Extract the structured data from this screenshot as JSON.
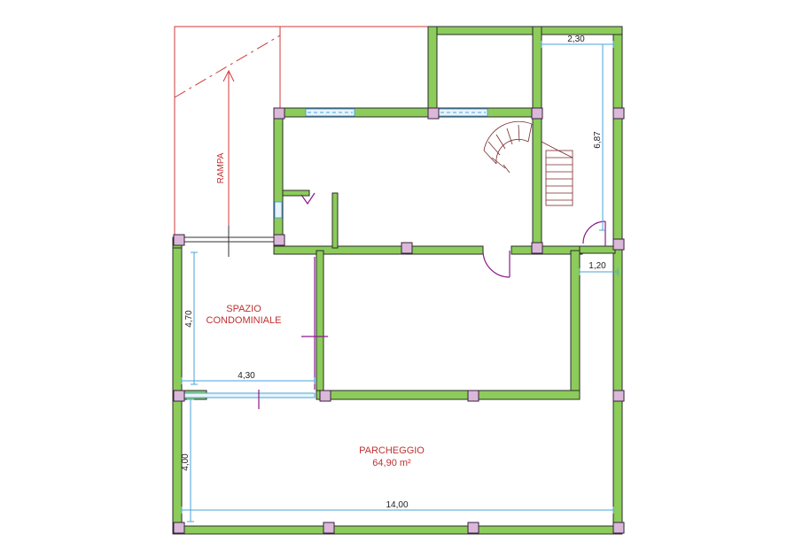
{
  "rooms": {
    "spazio_line1": "SPAZIO",
    "spazio_line2": "CONDOMINIALE",
    "parcheggio": "PARCHEGGIO",
    "parcheggio_area": "64,90 m²",
    "rampa": "RAMPA"
  },
  "dimensions": {
    "d_2_30": "2,30",
    "d_6_87": "6,87",
    "d_1_20": "1,20",
    "d_4_70": "4,70",
    "d_4_30": "4,30",
    "d_4_00": "4,00",
    "d_14_00": "14,00"
  },
  "colors": {
    "wall": "#8ccc5a",
    "column": "#d9b8d9",
    "dimension": "#4aa3d8",
    "label": "#c03030"
  }
}
